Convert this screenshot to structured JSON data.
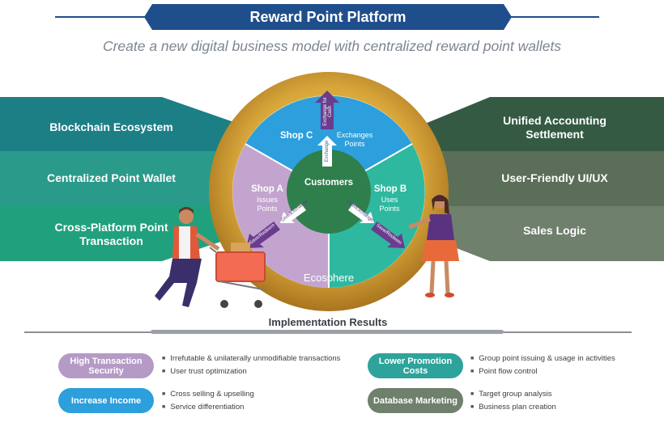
{
  "header": {
    "title": "Reward Point Platform",
    "subtitle": "Create a new digital business model with centralized reward point wallets"
  },
  "left_bands": [
    "Blockchain Ecosystem",
    "Centralized Point Wallet",
    "Cross-Platform Point Transaction"
  ],
  "right_bands": [
    "Unified Accounting Settlement",
    "User-Friendly UI/UX",
    "Sales Logic"
  ],
  "wheel": {
    "ring_label": "Ecosphere",
    "center_label": "Customers",
    "shop_c": {
      "name": "Shop C",
      "desc": "Exchanges Points"
    },
    "shop_a": {
      "name": "Shop A",
      "desc": "Issues Points"
    },
    "shop_b": {
      "name": "Shop B",
      "desc": "Uses Points"
    },
    "arrows": {
      "exchange_cash": "Exchange for Cash",
      "exchange": "Exchange",
      "give_exchange_left": "Give/Exchange",
      "give_exchange_right": "Give/Exchange",
      "save_redeem_left": "Save/Redeem",
      "save_redeem_right": "Save/Redeem"
    }
  },
  "implementation": {
    "title": "Implementation Results",
    "items": [
      {
        "label": "High Transaction Security",
        "bullets": [
          "Irrefutable & unilaterally unmodifiable transactions",
          "User trust optimization"
        ]
      },
      {
        "label": "Lower Promotion Costs",
        "bullets": [
          "Group point issuing & usage in activities",
          "Point flow control"
        ]
      },
      {
        "label": "Increase Income",
        "bullets": [
          "Cross selling & upselling",
          "Service differentiation"
        ]
      },
      {
        "label": "Database Marketing",
        "bullets": [
          "Target group analysis",
          "Business plan creation"
        ]
      }
    ]
  },
  "colors": {
    "title_navy": "#1f4e8c",
    "band_teal_1": "#1c7f86",
    "band_teal_2": "#2a9a8a",
    "band_teal_3": "#21a07d",
    "band_dark_green": "#345a44",
    "band_olive": "#5b6e57",
    "band_sage": "#6f806c",
    "gold": "#d7a63a",
    "purple": "#6b3c8d",
    "pill_lilac": "#b59ac6",
    "pill_teal": "#2ea39b",
    "pill_blue": "#2c9fdc",
    "pill_olive": "#6f806c"
  }
}
